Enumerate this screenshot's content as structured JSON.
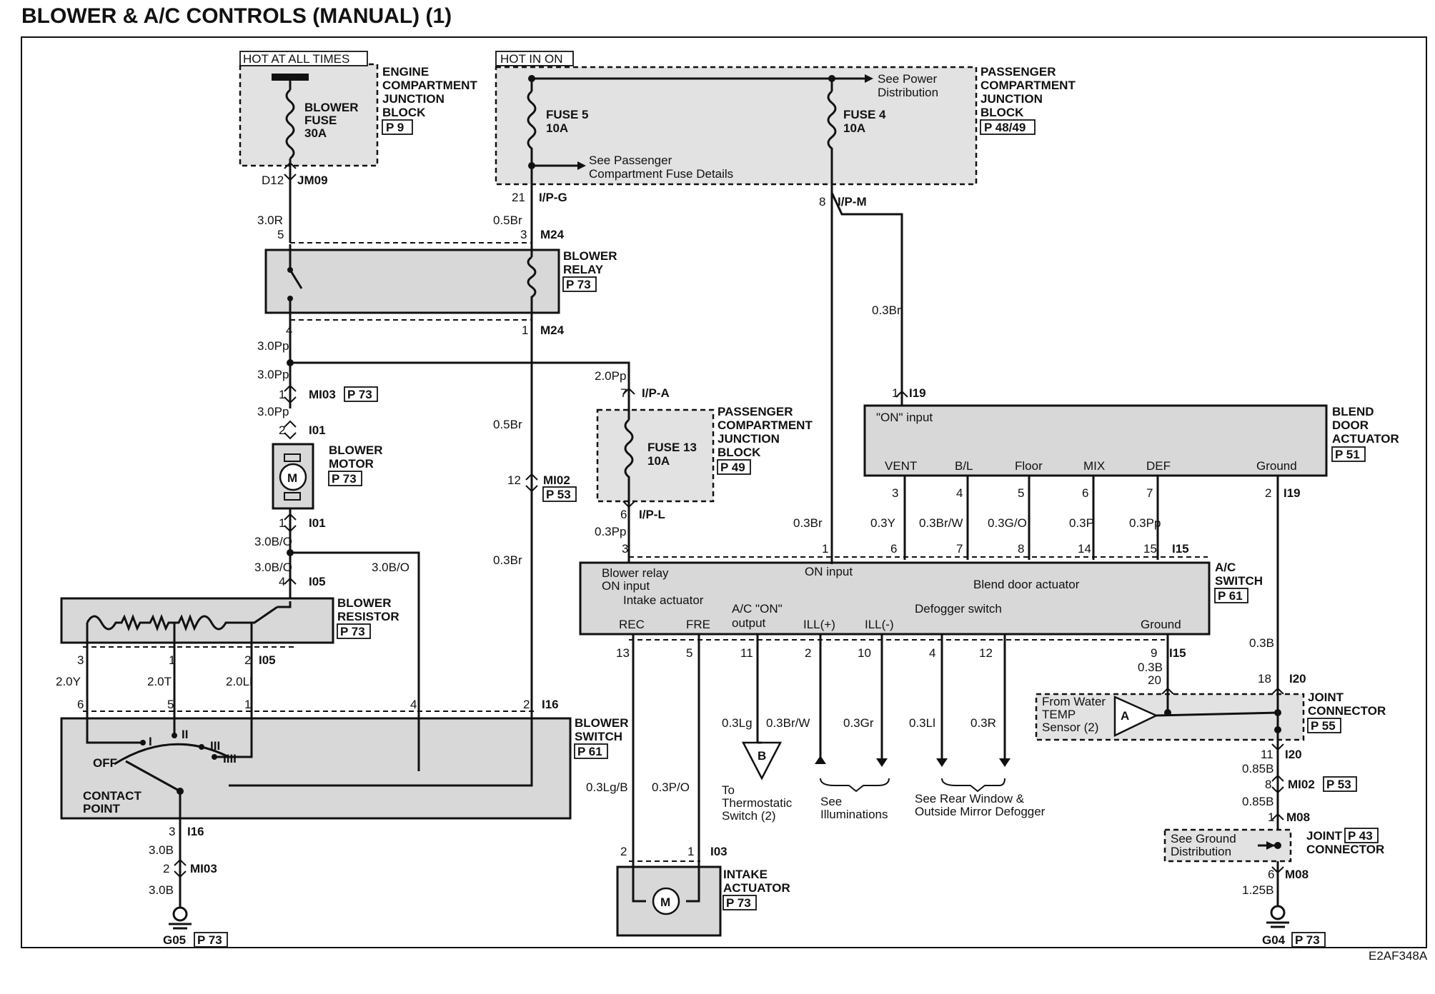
{
  "title": "BLOWER & A/C CONTROLS (MANUAL) (1)",
  "code": "E2AF348A",
  "power": {
    "hot_all_times": "HOT AT ALL TIMES",
    "hot_in_on": "HOT IN ON"
  },
  "engine_jb": {
    "name_lines": [
      "ENGINE",
      "COMPARTMENT",
      "JUNCTION",
      "BLOCK"
    ],
    "ref": "P 9",
    "fuse_lines": [
      "BLOWER",
      "FUSE",
      "30A"
    ],
    "pin": "D12",
    "connector": "JM09"
  },
  "pass_jb": {
    "name_lines": [
      "PASSENGER",
      "COMPARTMENT",
      "JUNCTION",
      "BLOCK"
    ],
    "ref": "P 48/49",
    "fuse5_lines": [
      "FUSE 5",
      "10A"
    ],
    "fuse4_lines": [
      "FUSE 4",
      "10A"
    ],
    "see_power": [
      "See Power",
      "Distribution"
    ],
    "see_fuse": [
      "See Passenger",
      "Compartment Fuse Details"
    ],
    "pin_g": "21",
    "conn_g": "I/P-G",
    "pin_m": "8",
    "conn_m": "I/P-M"
  },
  "blower_relay": {
    "name_lines": [
      "BLOWER",
      "RELAY"
    ],
    "ref": "P 73",
    "pin5": "5",
    "pin3": "3",
    "pin4": "4",
    "pin1": "1",
    "conn": "M24"
  },
  "wires": {
    "w30r": "3.0R",
    "w05br": "0.5Br",
    "w30pp": "3.0Pp",
    "w20pp": "2.0Pp",
    "w30bo": "3.0B/O",
    "w03br": "0.3Br",
    "w20y": "2.0Y",
    "w20t": "2.0T",
    "w20li": "2.0Ll",
    "w30b": "3.0B",
    "w03pp": "0.3Pp",
    "w03y": "0.3Y",
    "w03brw": "0.3Br/W",
    "w03go": "0.3G/O",
    "w03p": "0.3P",
    "w03b": "0.3B",
    "w085b": "0.85B",
    "w125b": "1.25B",
    "w03lgb": "0.3Lg/B",
    "w03po": "0.3P/O",
    "w03lg": "0.3Lg",
    "w03gr": "0.3Gr",
    "w03li": "0.3Ll",
    "w03r": "0.3R"
  },
  "connectors": {
    "mi03": "MI03",
    "i01": "I01",
    "i05": "I05",
    "mi02": "MI02",
    "i16": "I16",
    "ip_a": "I/P-A",
    "ip_l": "I/P-L",
    "i19": "I19",
    "i15": "I15",
    "i20": "I20",
    "m08": "M08",
    "i03": "I03"
  },
  "refs": {
    "p73": "P 73",
    "p53": "P 53",
    "p49": "P 49",
    "p51": "P 51",
    "p61": "P 61",
    "p55": "P 55",
    "p43": "P 43"
  },
  "blower_motor": {
    "name_lines": [
      "BLOWER",
      "MOTOR"
    ],
    "symbol": "M"
  },
  "pass_jb2": {
    "name_lines": [
      "PASSENGER",
      "COMPARTMENT",
      "JUNCTION",
      "BLOCK"
    ],
    "fuse13_lines": [
      "FUSE 13",
      "10A"
    ]
  },
  "blower_resistor": {
    "name_lines": [
      "BLOWER",
      "RESISTOR"
    ]
  },
  "blower_switch": {
    "name_lines": [
      "BLOWER",
      "SWITCH"
    ],
    "positions": [
      "OFF",
      "I",
      "II",
      "III",
      "IIII"
    ],
    "contact_lines": [
      "CONTACT",
      "POINT"
    ]
  },
  "blend_door": {
    "name_lines": [
      "BLEND",
      "DOOR",
      "ACTUATOR"
    ],
    "on_input": "\"ON\" input",
    "pins": [
      "VENT",
      "B/L",
      "Floor",
      "MIX",
      "DEF",
      "Ground"
    ]
  },
  "ac_switch": {
    "name_lines": [
      "A/C",
      "SWITCH"
    ],
    "blower_relay": [
      "Blower relay",
      "ON input"
    ],
    "intake": "Intake actuator",
    "rec": "REC",
    "fre": "FRE",
    "ac_on": [
      "A/C \"ON\"",
      "output"
    ],
    "ill_plus": "ILL(+)",
    "ill_minus": "ILL(-)",
    "on_input": "ON input",
    "blend": "Blend door actuator",
    "defogger": "Defogger switch",
    "ground": "Ground"
  },
  "joint1": {
    "name_lines": [
      "JOINT",
      "CONNECTOR"
    ],
    "from_lines": [
      "From Water",
      "TEMP",
      "Sensor (2)"
    ],
    "amp": "A"
  },
  "joint2": {
    "name_lines": [
      "JOINT",
      "CONNECTOR"
    ],
    "see_lines": [
      "See Ground",
      "Distribution"
    ]
  },
  "intake_actuator": {
    "name_lines": [
      "INTAKE",
      "ACTUATOR"
    ],
    "symbol": "M"
  },
  "grounds": {
    "g05": "G05",
    "g04": "G04"
  },
  "bottom": {
    "b": "B",
    "to_thermo": [
      "To",
      "Thermostatic",
      "Switch (2)"
    ],
    "see_ill": [
      "See",
      "Illuminations"
    ],
    "see_rear": [
      "See Rear Window &",
      "Outside Mirror Defogger"
    ]
  },
  "pins": {
    "p1": "1",
    "p2": "2",
    "p3": "3",
    "p4": "4",
    "p5": "5",
    "p6": "6",
    "p7": "7",
    "p8": "8",
    "p9": "9",
    "p10": "10",
    "p11": "11",
    "p12": "12",
    "p13": "13",
    "p14": "14",
    "p15": "15",
    "p18": "18",
    "p20": "20"
  }
}
